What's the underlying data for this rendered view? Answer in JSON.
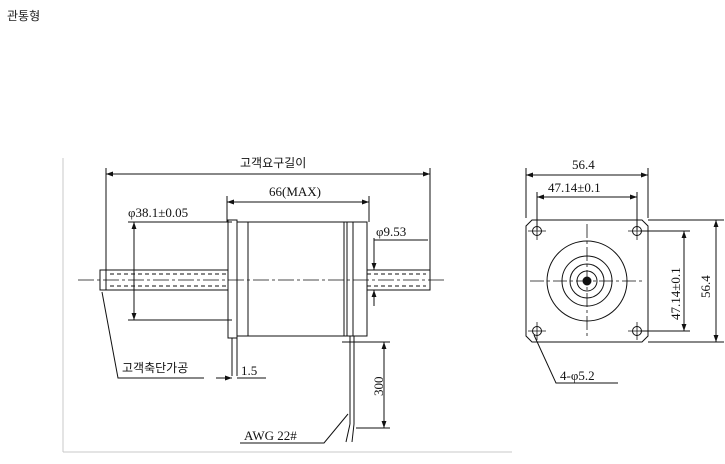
{
  "page": {
    "title": "관통형"
  },
  "side_view": {
    "required_length": "고객요구길이",
    "body_length": "66(MAX)",
    "pilot_diameter": "φ38.1±0.05",
    "shaft_diameter": "φ9.53",
    "flange_thickness": "1.5",
    "shaft_end_note": "고객축단가공",
    "lead_length": "300",
    "lead_wire": "AWG 22#"
  },
  "front_view": {
    "frame_width": "56.4",
    "hole_pitch_horizontal": "47.14±0.1",
    "hole_pitch_vertical": "47.14±0.1",
    "frame_height": "56.4",
    "mounting_holes": "4-φ5.2"
  }
}
